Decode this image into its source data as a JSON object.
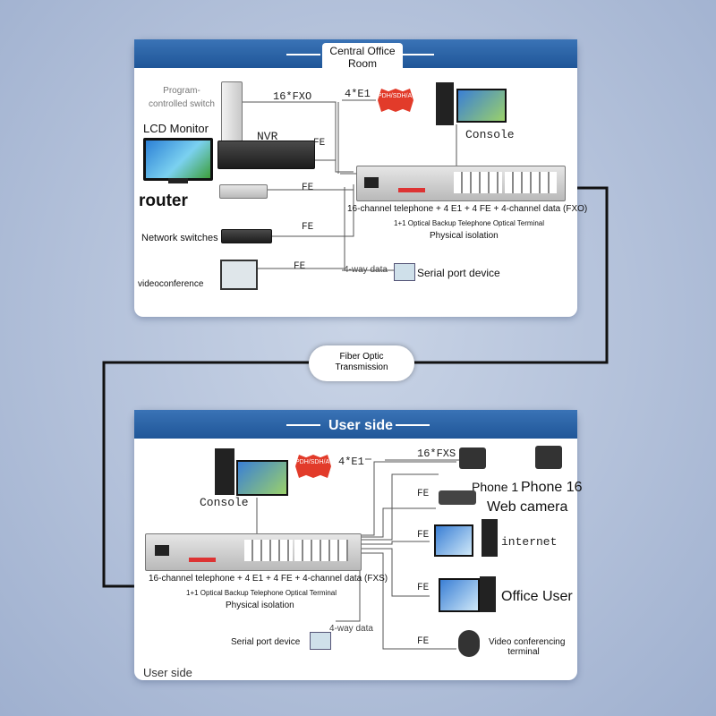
{
  "top_panel": {
    "title_line1": "Central Office",
    "title_line2": "Room",
    "labels": {
      "program_switch": "Program-controlled switch",
      "lcd_monitor": "LCD Monitor",
      "nvr": "NVR",
      "router": "router",
      "network_switches": "Network switches",
      "videoconference": "videoconference",
      "console": "Console",
      "serial_device": "Serial port device",
      "four_way": "4-way data",
      "fx0_link": "16*FXO",
      "e1_link": "4*E1",
      "fe1": "FE",
      "fe2": "FE",
      "fe3": "FE",
      "fe4": "FE",
      "pdh": "PDH/SDH/ATM",
      "device_line1": "16-channel telephone + 4 E1 + 4 FE + 4-channel data (FXO)",
      "device_line2": "1+1 Optical Backup Telephone Optical Terminal",
      "device_line3": "Physical isolation"
    }
  },
  "cloud": {
    "line1": "Fiber Optic",
    "line2": "Transmission"
  },
  "bottom_panel": {
    "title": "User side",
    "labels": {
      "console": "Console",
      "pdh": "PDH/SDH/ATM",
      "e1_link": "4*E1",
      "fxs_link": "16*FXS",
      "phone1": "Phone 1",
      "phone16": "Phone 16",
      "web_camera": "Web camera",
      "internet": "internet",
      "office_user": "Office User",
      "video_terminal_line1": "Video conferencing",
      "video_terminal_line2": "terminal",
      "serial_device": "Serial port device",
      "four_way": "4-way data",
      "fe1": "FE",
      "fe2": "FE",
      "fe3": "FE",
      "fe4": "FE",
      "device_line1": "16-channel telephone + 4 E1 + 4 FE + 4-channel data (FXS)",
      "device_line2": "1+1 Optical Backup Telephone Optical Terminal",
      "device_line3": "Physical isolation",
      "footer": "User side"
    }
  },
  "colors": {
    "panel_bar": "#2a63a8",
    "pdh_badge": "#e23b2a",
    "fiber_line": "#111111"
  }
}
